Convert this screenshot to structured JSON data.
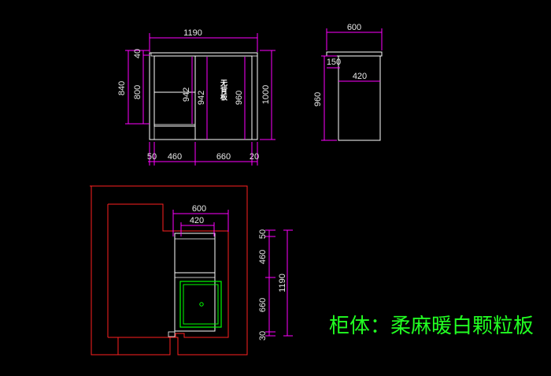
{
  "front_view": {
    "top_width": "1190",
    "left_height_total": "840",
    "left_height_inner": "800",
    "left_top": "40",
    "inner_left": "942",
    "inner_mid": "942",
    "inner_right": "960",
    "right_height": "1000",
    "note": "无背板",
    "bottom_a": "50",
    "bottom_b": "460",
    "bottom_c": "660",
    "bottom_d": "20"
  },
  "side_view": {
    "top_width": "600",
    "top_offset": "150",
    "inner_depth": "420",
    "height": "960"
  },
  "plan_view": {
    "top_width": "600",
    "inner_width": "420",
    "seg_a": "50",
    "seg_b": "460",
    "seg_c": "660",
    "seg_d": "30",
    "total": "1190"
  },
  "caption": "柜体：柔麻暖白颗粒板",
  "colors": {
    "dim": "#ff00ff",
    "outline": "#ffffff",
    "room": "#ff0000",
    "sink": "#00ff00",
    "caption": "#22ff22"
  }
}
